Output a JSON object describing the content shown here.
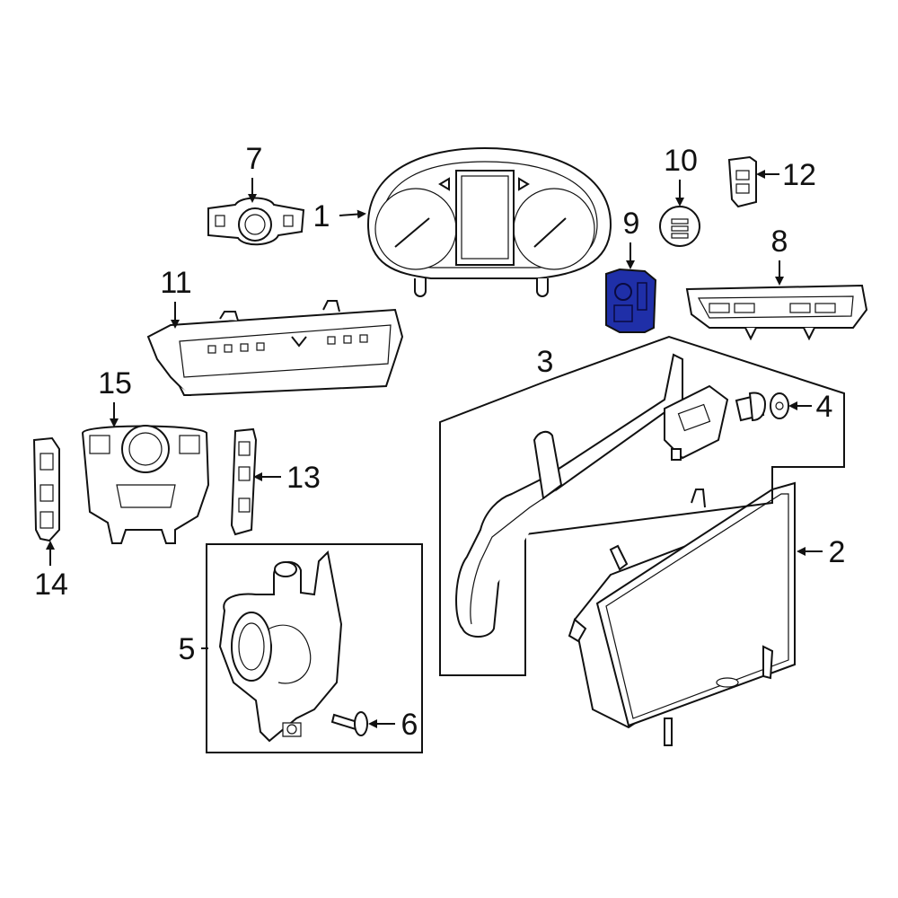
{
  "diagram": {
    "callouts": [
      "1",
      "2",
      "3",
      "4",
      "5",
      "6",
      "7",
      "8",
      "9",
      "10",
      "11",
      "12",
      "13",
      "14",
      "15"
    ],
    "highlight_color": "#1f2fa8",
    "highlighted_part": "9"
  }
}
